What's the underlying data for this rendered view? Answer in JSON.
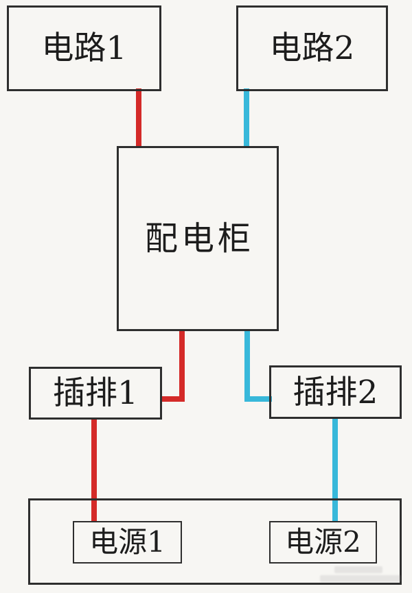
{
  "diagram": {
    "nodes": {
      "circuit1": {
        "label": "电路1"
      },
      "circuit2": {
        "label": "电路2"
      },
      "cabinet": {
        "label": "配电柜"
      },
      "strip1": {
        "label": "插排1"
      },
      "strip2": {
        "label": "插排2"
      },
      "source1": {
        "label": "电源1"
      },
      "source2": {
        "label": "电源2"
      }
    },
    "colors": {
      "red_wire": "#d42a28",
      "blue_wire": "#38b8da",
      "box_border": "#2e2e2e",
      "text": "#1c1c1c",
      "background": "#f7f6f3"
    }
  }
}
